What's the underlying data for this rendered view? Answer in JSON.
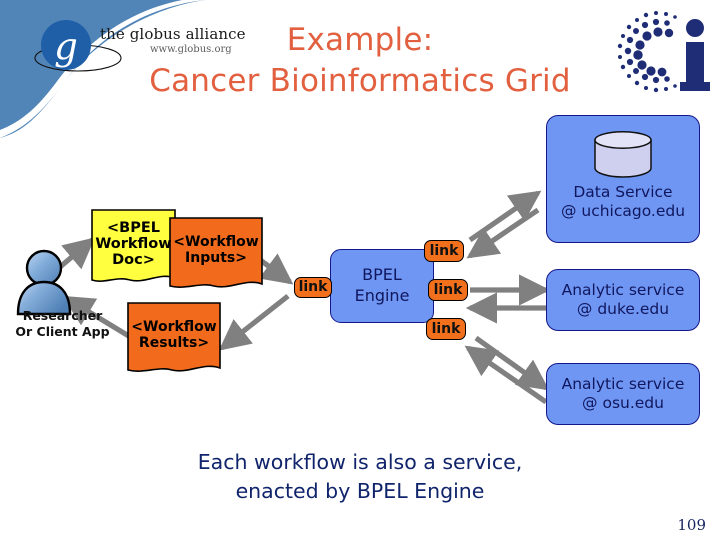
{
  "slide": {
    "page_number": "109",
    "title_lines": [
      "Example:",
      "Cancer Bioinformatics Grid"
    ],
    "caption_lines": [
      "Each workflow is also a service,",
      "enacted by BPEL Engine"
    ]
  },
  "branding": {
    "globus": {
      "wordmark": "the globus alliance",
      "url": "www.globus.org",
      "monogram": "g",
      "icon": "globus-logo-icon"
    },
    "cabig": {
      "icon": "cabig-ci-logo-icon",
      "letter": "i"
    }
  },
  "colors": {
    "title_orange": "#E2603F",
    "caption_navy": "#10246b",
    "service_blue": "#6F96F2",
    "service_border": "#13178a",
    "link_orange": "#F2701C",
    "doc_orange": "#F26B1D",
    "doc_yellow": "#FFFF40",
    "arrow_gray": "#808080",
    "corner_steel_blue": "#5185B8",
    "cabig_navy": "#1F2D76",
    "cylinder_fill": "#CFD0F0"
  },
  "actor": {
    "icon": "user-person-icon",
    "label_lines": [
      "Researcher",
      "Or Client App"
    ]
  },
  "documents": [
    {
      "id": "bpel-workflow-doc",
      "color": "#FFFF40",
      "lines": [
        "<BPEL",
        "Workflow",
        "Doc>"
      ]
    },
    {
      "id": "workflow-inputs-doc",
      "color": "#F26B1D",
      "lines": [
        "<Workflow",
        "Inputs>"
      ]
    },
    {
      "id": "workflow-results-doc",
      "color": "#F26B1D",
      "lines": [
        "<Workflow",
        "Results>"
      ]
    }
  ],
  "engine": {
    "id": "bpel-engine",
    "lines": [
      "BPEL",
      "Engine"
    ]
  },
  "links": [
    {
      "id": "link-client",
      "label": "link"
    },
    {
      "id": "link-data-service",
      "label": "link"
    },
    {
      "id": "link-analytic-duke",
      "label": "link"
    },
    {
      "id": "link-analytic-osu",
      "label": "link"
    }
  ],
  "services": [
    {
      "id": "data-service-uchicago",
      "icon": "database-cylinder-icon",
      "lines": [
        "Data Service",
        "@ uchicago.edu"
      ]
    },
    {
      "id": "analytic-service-duke",
      "icon": null,
      "lines": [
        "Analytic service",
        "@ duke.edu"
      ]
    },
    {
      "id": "analytic-service-osu",
      "icon": null,
      "lines": [
        "Analytic service",
        "@ osu.edu"
      ]
    }
  ]
}
